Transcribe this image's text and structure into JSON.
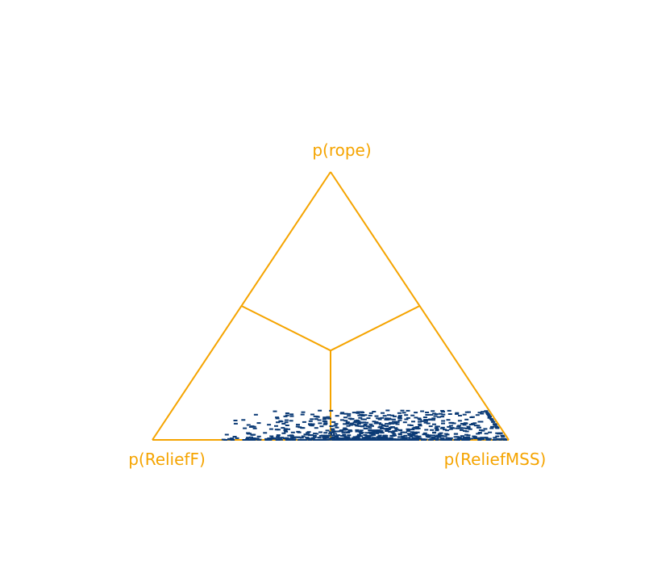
{
  "chart_data": {
    "type": "scatter",
    "title": "",
    "vertices": {
      "top": "p(rope)",
      "left": "p(ReliefF)",
      "right": "p(ReliefMSS)"
    },
    "colors": {
      "frame": "#f5a400",
      "points": "#0b3a75"
    },
    "sample_summary": {
      "n_points": 900,
      "p_rope_range": [
        0.0,
        0.11
      ],
      "p_ReliefMSS_range": [
        0.08,
        0.99
      ],
      "p_ReliefMSS_center": 0.62
    }
  }
}
